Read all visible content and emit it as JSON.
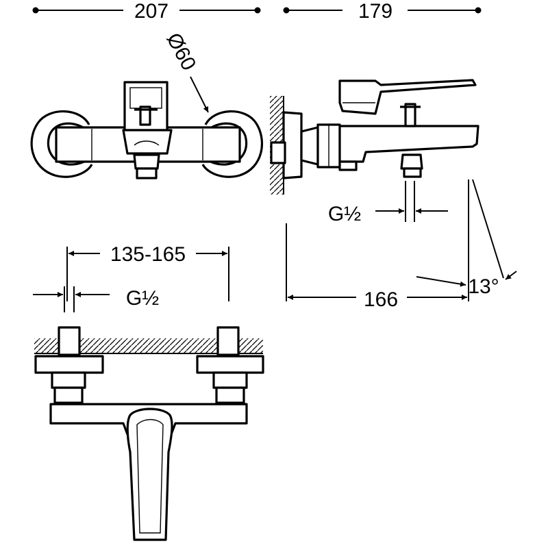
{
  "dimensions": {
    "front_width": "207",
    "side_depth": "179",
    "escutcheon_diameter": "Ø60",
    "connection_thread_side": "G½",
    "spout_projection": "166",
    "spout_angle": "13°",
    "center_distance": "135-165",
    "connection_thread_top": "G½"
  },
  "colors": {
    "line": "#000000",
    "background": "#ffffff"
  }
}
